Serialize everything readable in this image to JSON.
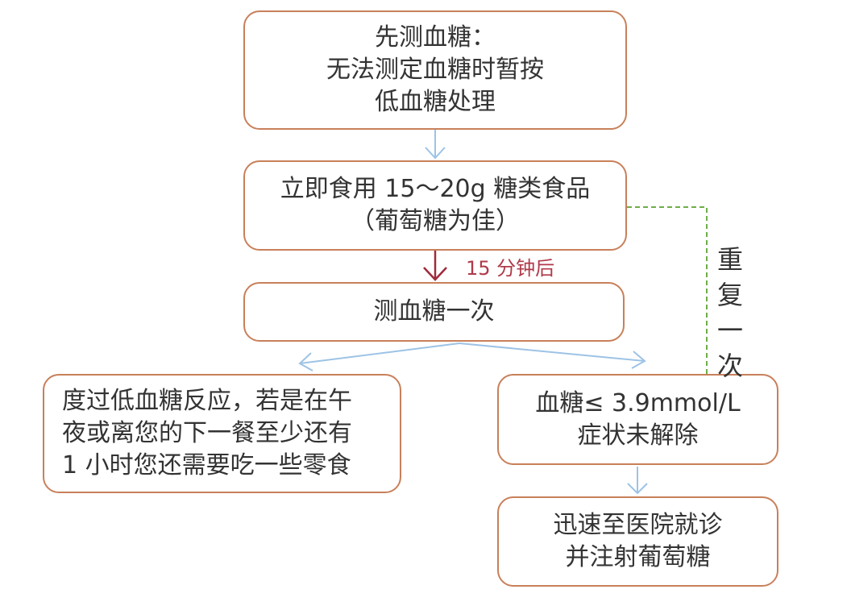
{
  "boxes": {
    "measure_first": {
      "lines": [
        "先测血糖：",
        "无法测定血糖时暂按",
        "低血糖处理"
      ]
    },
    "eat_sugar": {
      "lines": [
        "立即食用 15～20g 糖类食品",
        "（葡萄糖为佳）"
      ]
    },
    "measure_again": {
      "lines": [
        "测血糖一次"
      ]
    },
    "recovered": {
      "lines": [
        "度过低血糖反应，若是在午",
        "夜或离您的下一餐至少还有",
        "1 小时您还需要吃一些零食"
      ]
    },
    "not_relieved": {
      "lines": [
        "血糖≤ 3.9mmol/L",
        "症状未解除"
      ]
    },
    "hospital": {
      "lines": [
        "迅速至医院就诊",
        "并注射葡萄糖"
      ]
    }
  },
  "labels": {
    "wait": "15 分钟后",
    "repeat": [
      "重",
      "复",
      "一",
      "次"
    ]
  },
  "colors": {
    "box_border": "#c8805a",
    "arrow_blue": "#9dc3e6",
    "arrow_red": "#a02b3c",
    "label_red": "#b03a4a",
    "dashed_green": "#70ad47"
  }
}
